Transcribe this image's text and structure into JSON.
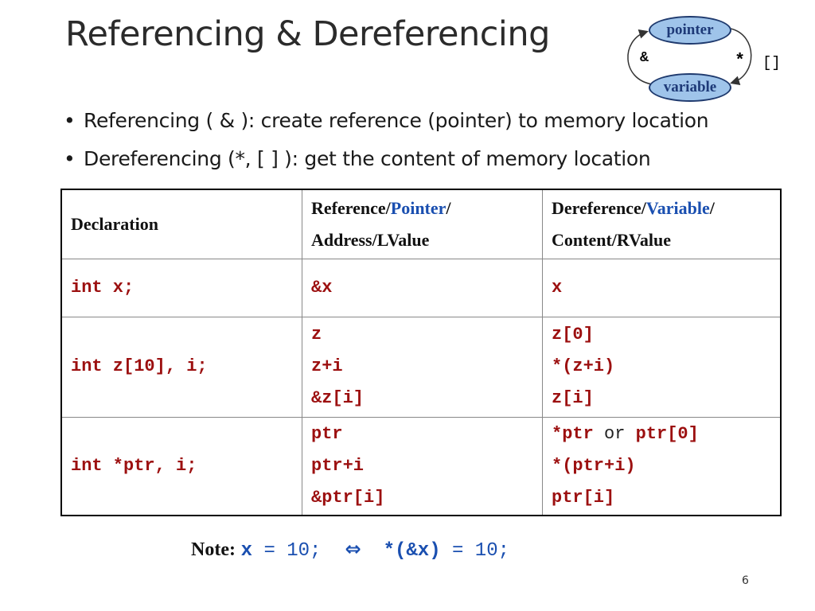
{
  "slide": {
    "title": "Referencing & Dereferencing",
    "page_number": "6"
  },
  "diagram": {
    "pointer_label": "pointer",
    "variable_label": "variable",
    "ref_symbol": "&",
    "deref_symbol": "*",
    "index_symbol": "[]"
  },
  "bullets": [
    {
      "text": "Referencing ( & ): create reference (pointer) to memory location"
    },
    {
      "text": "Dereferencing (*, [ ] ): get the content of memory location"
    }
  ],
  "table": {
    "headers": {
      "col1": "Declaration",
      "col2_a": "Reference/",
      "col2_b": "Pointer",
      "col2_c": "/",
      "col2_d": "Address/LValue",
      "col3_a": "Dereference/",
      "col3_b": "Variable",
      "col3_c": "/",
      "col3_d": "Content/RValue"
    },
    "rows": [
      {
        "decl": "int x;",
        "ref": [
          "&x"
        ],
        "deref": [
          "x"
        ]
      },
      {
        "decl": "int z[10], i;",
        "ref": [
          "z",
          "z+i",
          "&z[i]"
        ],
        "deref": [
          "z[0]",
          "*(z+i)",
          "z[i]"
        ]
      },
      {
        "decl": "int *ptr, i;",
        "ref": [
          "ptr",
          "ptr+i",
          "&ptr[i]"
        ],
        "deref_first_a": "*ptr",
        "deref_first_or": " or ",
        "deref_first_b": "ptr[0]",
        "deref": [
          "*ptr or ptr[0]",
          "*(ptr+i)",
          "ptr[i]"
        ]
      }
    ]
  },
  "note": {
    "label": "Note:",
    "part1a": "x",
    "part1b": " = 10;",
    "arrow": "⇔",
    "part2a": "*(&x)",
    "part2b": " = 10;"
  },
  "colors": {
    "accent_blue": "#1a4fb0",
    "code_red": "#9c1010",
    "oval_fill": "#9fc4ea"
  }
}
